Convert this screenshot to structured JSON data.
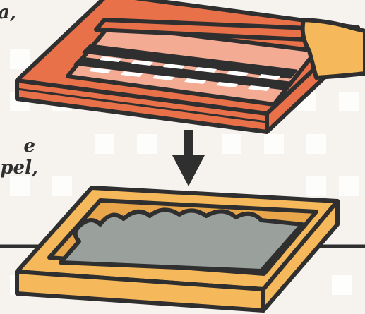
{
  "illustration": {
    "caption_top_fragment": "a,",
    "caption_mid_fragment_1": "e",
    "caption_mid_fragment_2": "apel,",
    "icons": [
      "paper-mould-frame-icon",
      "down-arrow-icon",
      "pulp-tray-icon"
    ]
  },
  "colors": {
    "background": "#f6f3ee",
    "background_tile": "#ffffff",
    "outline": "#2f2f30",
    "frame_orange": "#e8714a",
    "frame_light": "#f4ab93",
    "tray_yellow": "#f5b85a",
    "pulp_gray": "#9aa09c"
  }
}
